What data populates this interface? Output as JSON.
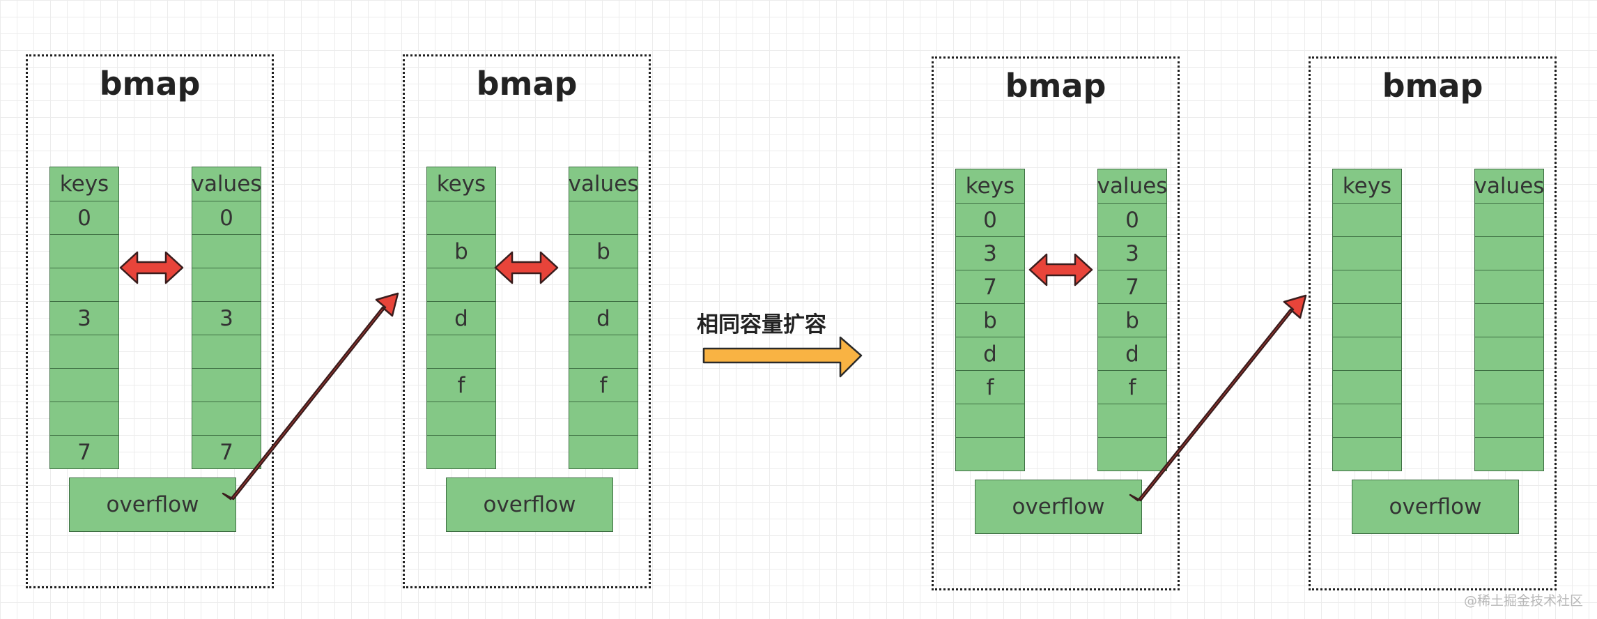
{
  "diagrams": [
    {
      "title": "bmap",
      "keys_header": "keys",
      "values_header": "values",
      "keys": [
        "0",
        "",
        "",
        "3",
        "",
        "",
        "",
        "7"
      ],
      "values": [
        "0",
        "",
        "",
        "3",
        "",
        "",
        "",
        "7"
      ],
      "overflow_label": "overflow"
    },
    {
      "title": "bmap",
      "keys_header": "keys",
      "values_header": "values",
      "keys": [
        "",
        "b",
        "",
        "d",
        "",
        "f",
        "",
        ""
      ],
      "values": [
        "",
        "b",
        "",
        "d",
        "",
        "f",
        "",
        ""
      ],
      "overflow_label": "overflow"
    },
    {
      "title": "bmap",
      "keys_header": "keys",
      "values_header": "values",
      "keys": [
        "0",
        "3",
        "7",
        "b",
        "d",
        "f",
        "",
        ""
      ],
      "values": [
        "0",
        "3",
        "7",
        "b",
        "d",
        "f",
        "",
        ""
      ],
      "overflow_label": "overflow"
    },
    {
      "title": "bmap",
      "keys_header": "keys",
      "values_header": "values",
      "keys": [
        "",
        "",
        "",
        "",
        "",
        "",
        "",
        ""
      ],
      "values": [
        "",
        "",
        "",
        "",
        "",
        "",
        "",
        ""
      ],
      "overflow_label": "overflow"
    }
  ],
  "resize_label": "相同容量扩容",
  "watermark": "@稀土掘金技术社区",
  "colors": {
    "cell_fill": "#84c886",
    "cell_border": "#3d6e42",
    "arrow_red": "#e8443a",
    "arrow_orange": "#f9b343"
  }
}
